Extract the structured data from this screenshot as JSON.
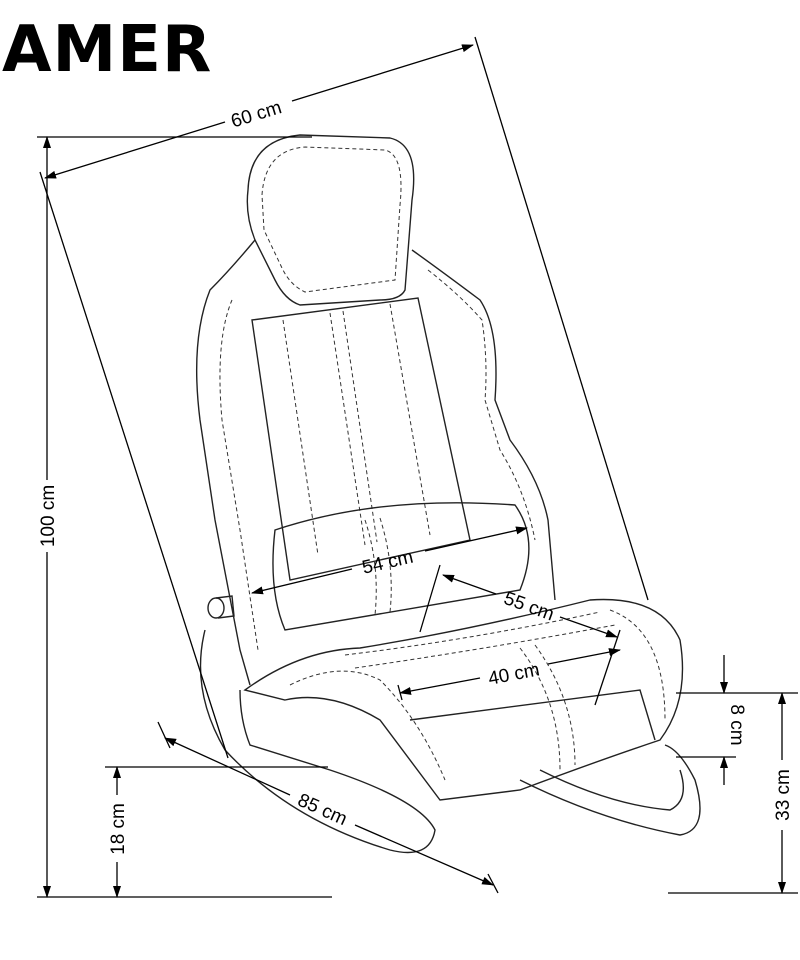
{
  "title": "AMER",
  "dimensions": {
    "width": "60 cm",
    "height": "100 cm",
    "backrest_width": "54 cm",
    "seat_depth": "55 cm",
    "seat_width": "40 cm",
    "length": "85 cm",
    "base_height": "18 cm",
    "seat_thickness": "8 cm",
    "seat_height": "33 cm"
  }
}
